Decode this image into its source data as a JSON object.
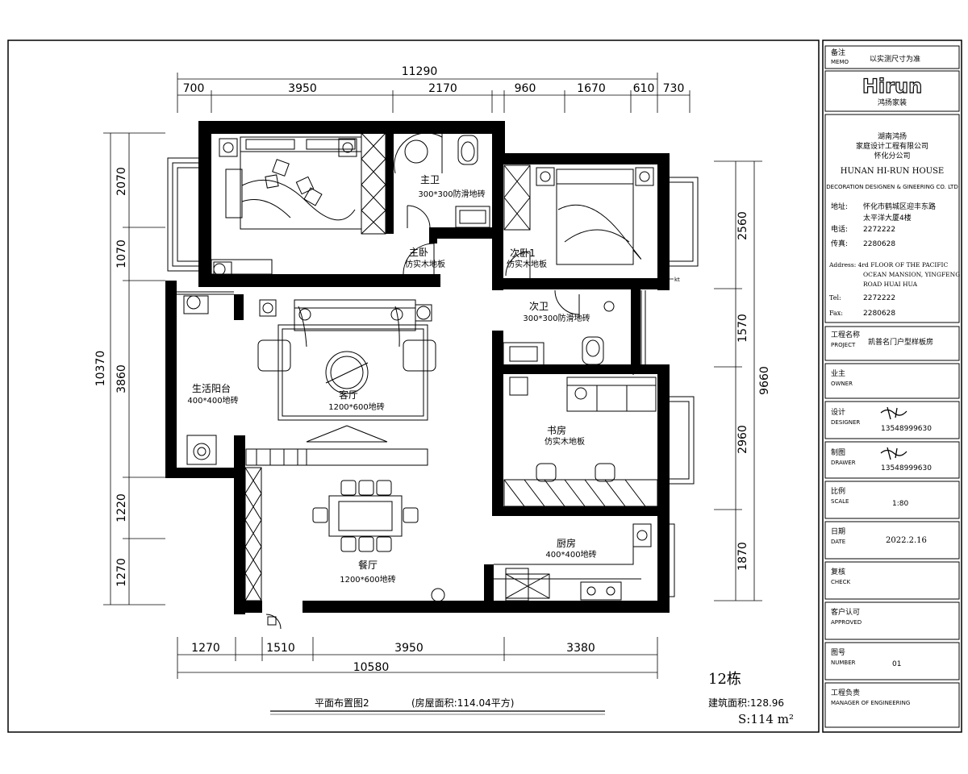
{
  "dimensions": {
    "top_total": "11290",
    "top": [
      "700",
      "3950",
      "2170",
      "960",
      "1670",
      "610",
      "730"
    ],
    "bottom_total": "10580",
    "bottom": [
      "1270",
      "1510",
      "3950",
      "3380"
    ],
    "left_total": "10370",
    "left": [
      "2070",
      "1070",
      "3860",
      "1220",
      "1270"
    ],
    "right_total": "9660",
    "right": [
      "2560",
      "1570",
      "2960",
      "1870"
    ]
  },
  "rooms": {
    "master_bedroom": {
      "name": "主卧",
      "floor": "仿实木地板"
    },
    "master_bath": {
      "name": "主卫",
      "floor": "300*300防滑地砖"
    },
    "second_bedroom": {
      "name": "次卧1",
      "floor": "仿实木地板"
    },
    "second_bath": {
      "name": "次卫",
      "floor": "300*300防滑地砖"
    },
    "living": {
      "name": "客厅",
      "floor": "1200*600地砖"
    },
    "balcony": {
      "name": "生活阳台",
      "floor": "400*400地砖"
    },
    "study": {
      "name": "书房",
      "floor": "仿实木地板"
    },
    "kitchen": {
      "name": "厨房",
      "floor": "400*400地砖"
    },
    "dining": {
      "name": "餐厅",
      "floor": "1200*600地砖"
    },
    "kt_label": "kt"
  },
  "plan_info": {
    "building": "12栋",
    "title": "平面布置图2",
    "area_note": "(房屋面积:114.04平方)",
    "built_area": "建筑面积:128.96",
    "usable_area": "S:114 m²"
  },
  "title_block": {
    "memo_cn": "备注",
    "memo_en": "MEMO",
    "memo_value": "以实测尺寸为准",
    "logo_text": "Hirun",
    "logo_cn": "鸿扬家装",
    "company_cn1": "湖南鸿扬",
    "company_cn2": "家庭设计工程有限公司",
    "company_cn3": "怀化分公司",
    "company_en": "HUNAN HI-RUN HOUSE",
    "company_en2": "DECORATION DESIGNEN & GINEERING CO. LTD",
    "addr_label": "地址:",
    "addr_value1": "怀化市鹤城区迎丰东路",
    "addr_value2": "太平洋大厦4楼",
    "tel_label": "电话:",
    "tel_value": "2272222",
    "fax_label": "传真:",
    "fax_value": "2280628",
    "addr_en1": "Address: 4rd FLOOR OF THE PACIFIC",
    "addr_en2": "OCEAN MANSION, YINGFENG",
    "addr_en3": "ROAD HUAI HUA",
    "tel_en_label": "Tel:",
    "tel_en_value": "2272222",
    "fax_en_label": "Fax:",
    "fax_en_value": "2280628",
    "project_cn": "工程名称",
    "project_en": "PROJECT",
    "project_value": "凯普名门户型样板房",
    "owner_cn": "业主",
    "owner_en": "OWNER",
    "designer_cn": "设计",
    "designer_en": "DESIGNER",
    "designer_phone": "13548999630",
    "drawer_cn": "制图",
    "drawer_en": "DRAWER",
    "drawer_phone": "13548999630",
    "scale_cn": "比例",
    "scale_en": "SCALE",
    "scale_value": "1:80",
    "date_cn": "日期",
    "date_en": "DATE",
    "date_value": "2022.2.16",
    "check_cn": "复核",
    "check_en": "CHECK",
    "approved_cn": "客户认可",
    "approved_en": "APPROVED",
    "number_cn": "图号",
    "number_en": "NUMBER",
    "number_value": "01",
    "manager_cn": "工程负责",
    "manager_en": "MANAGER OF ENGINEERING"
  }
}
